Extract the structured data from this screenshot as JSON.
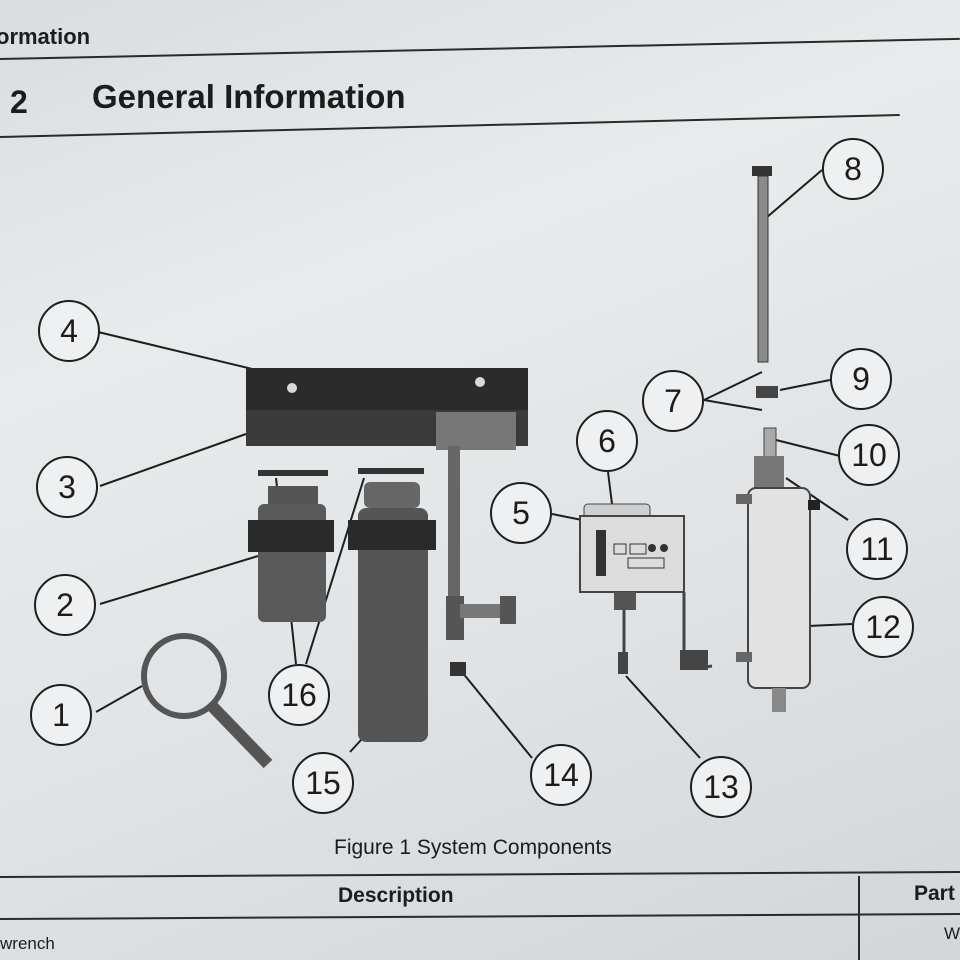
{
  "page": {
    "running_header": "ormation",
    "section_number": "2",
    "section_title": "General Information"
  },
  "figure": {
    "callouts": [
      "1",
      "2",
      "3",
      "4",
      "5",
      "6",
      "7",
      "8",
      "9",
      "10",
      "11",
      "12",
      "13",
      "14",
      "15",
      "16"
    ],
    "caption": "Figure 1 System Components"
  },
  "table": {
    "headers": [
      "Description",
      "Part"
    ],
    "rows": [
      [
        "wrench",
        "W"
      ]
    ]
  }
}
